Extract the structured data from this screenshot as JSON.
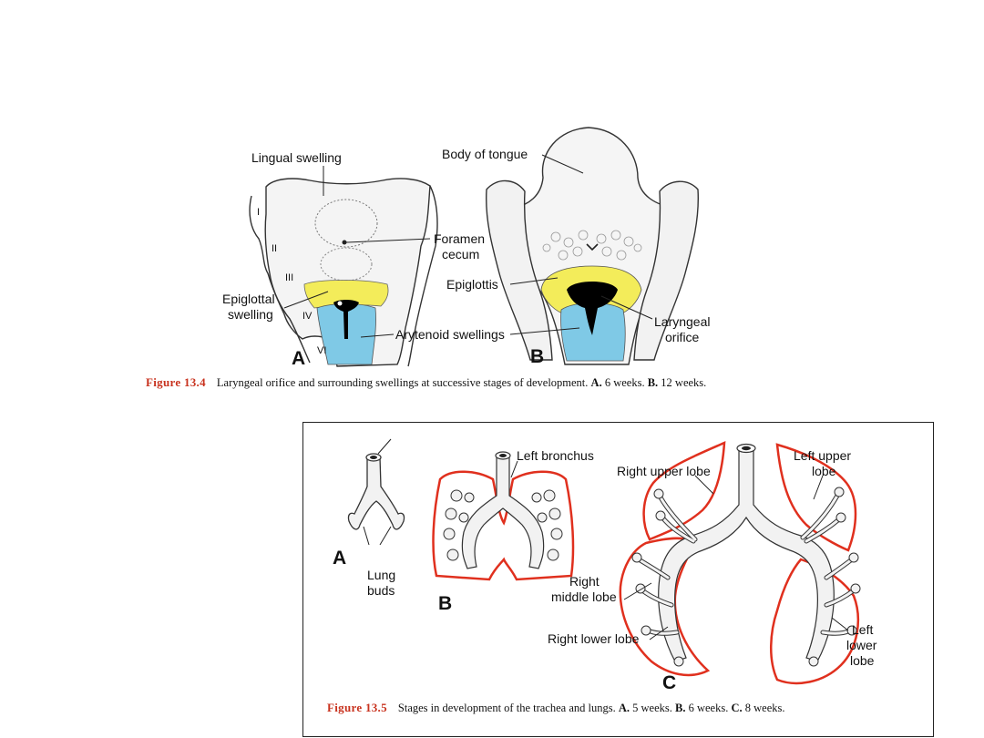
{
  "fig134": {
    "labels": {
      "lingual_swelling": "Lingual swelling",
      "body_of_tongue": "Body of tongue",
      "foramen": "Foramen",
      "cecum": "cecum",
      "epiglottal": "Epiglottal",
      "swelling": "swelling",
      "epiglottis": "Epiglottis",
      "arytenoid_swellings": "Arytenoid swellings",
      "laryngeal": "Laryngeal",
      "orifice": "orifice"
    },
    "arches": [
      "I",
      "II",
      "III",
      "IV",
      "VI"
    ],
    "panel_a": "A",
    "panel_b": "B",
    "caption": {
      "fig_label": "Figure 13.4",
      "text": "Laryngeal orifice and surrounding swellings at successive stages of development.",
      "a_label": "A.",
      "a_text": "6 weeks.",
      "b_label": "B.",
      "b_text": "12 weeks."
    },
    "colors": {
      "epiglottal": "#f3ec5a",
      "arytenoid": "#7fc9e6",
      "orifice": "#000000"
    }
  },
  "fig135": {
    "labels": {
      "left_bronchus": "Left bronchus",
      "lung_buds_1": "Lung",
      "lung_buds_2": "buds",
      "right_upper_lobe": "Right upper lobe",
      "left_upper_1": "Left upper",
      "left_upper_2": "lobe",
      "right_middle_1": "Right",
      "right_middle_2": "middle lobe",
      "right_lower": "Right lower lobe",
      "left_lower_1": "Left",
      "left_lower_2": "lower",
      "left_lower_3": "lobe"
    },
    "panel_a": "A",
    "panel_b": "B",
    "panel_c": "C",
    "caption": {
      "fig_label": "Figure 13.5",
      "text": "Stages in development of the trachea and lungs.",
      "a_label": "A.",
      "a_text": "5 weeks.",
      "b_label": "B.",
      "b_text": "6 weeks.",
      "c_label": "C.",
      "c_text": "8 weeks."
    },
    "colors": {
      "pleura_outline": "#e0301e"
    }
  }
}
